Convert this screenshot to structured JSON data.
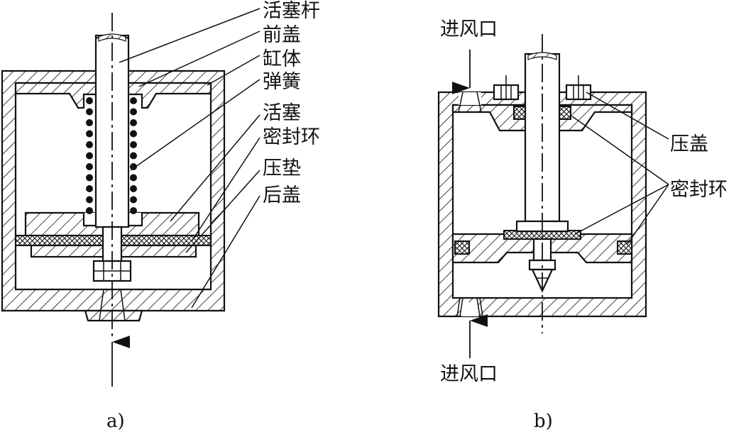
{
  "diagram_a": {
    "labels": {
      "piston_rod": "活塞杆",
      "front_cover": "前盖",
      "cylinder_body": "缸体",
      "spring": "弹簧",
      "piston": "活塞",
      "seal_ring": "密封环",
      "press_pad": "压垫",
      "rear_cover": "后盖"
    },
    "caption": "a)"
  },
  "diagram_b": {
    "labels": {
      "air_inlet_top": "进风口",
      "press_cover": "压盖",
      "seal_ring": "密封环",
      "air_inlet_bottom": "进风口"
    },
    "caption": "b)"
  },
  "colors": {
    "ink": "#111111",
    "background": "#ffffff"
  }
}
